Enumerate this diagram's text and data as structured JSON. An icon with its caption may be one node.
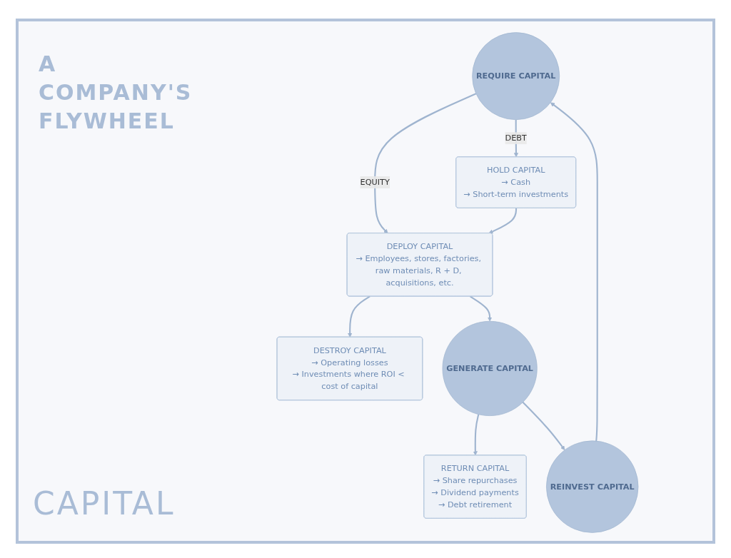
{
  "diagram": {
    "title": "A COMPANY'S FLYWHEEL",
    "nodes": [
      {
        "text": [
          "REQUIRE CAPITAL"
        ]
      },
      {
        "text": [
          "HOLD CAPITAL",
          "→ Cash",
          "→ Short-term investments"
        ]
      },
      {
        "text": [
          "DEPLOY CAPITAL",
          "→ Employees, stores, factories, raw materials, R + D, acquisitions, etc."
        ]
      },
      {
        "text": [
          "DESTROY CAPITAL",
          "→ Operating losses",
          "→ Investments where ROI < cost of capital"
        ]
      },
      {
        "text": [
          "GENERATE CAPITAL"
        ]
      },
      {
        "text": [
          "RETURN CAPITAL",
          "→ Share repurchases",
          "→ Dividend payments",
          "→ Debt retirement"
        ]
      },
      {
        "text": [
          "REINVEST CAPITAL"
        ]
      }
    ],
    "edges": [
      {
        "from": 0,
        "to": 1,
        "arrow": "to",
        "label": "DEBT"
      },
      {
        "from": 0,
        "to": 2,
        "arrow": "to",
        "label": "EQUITY"
      },
      {
        "from": 1,
        "to": 2,
        "arrow": "to"
      },
      {
        "from": 2,
        "to": 4,
        "arrow": "to"
      },
      {
        "from": 2,
        "to": 3,
        "arrow": "to"
      },
      {
        "from": 4,
        "to": 5,
        "arrow": "to"
      },
      {
        "from": 4,
        "to": 6,
        "arrow": "to"
      },
      {
        "from": 6,
        "to": 0,
        "arrow": "to"
      }
    ],
    "labels": [
      "CAPITAL"
    ]
  }
}
